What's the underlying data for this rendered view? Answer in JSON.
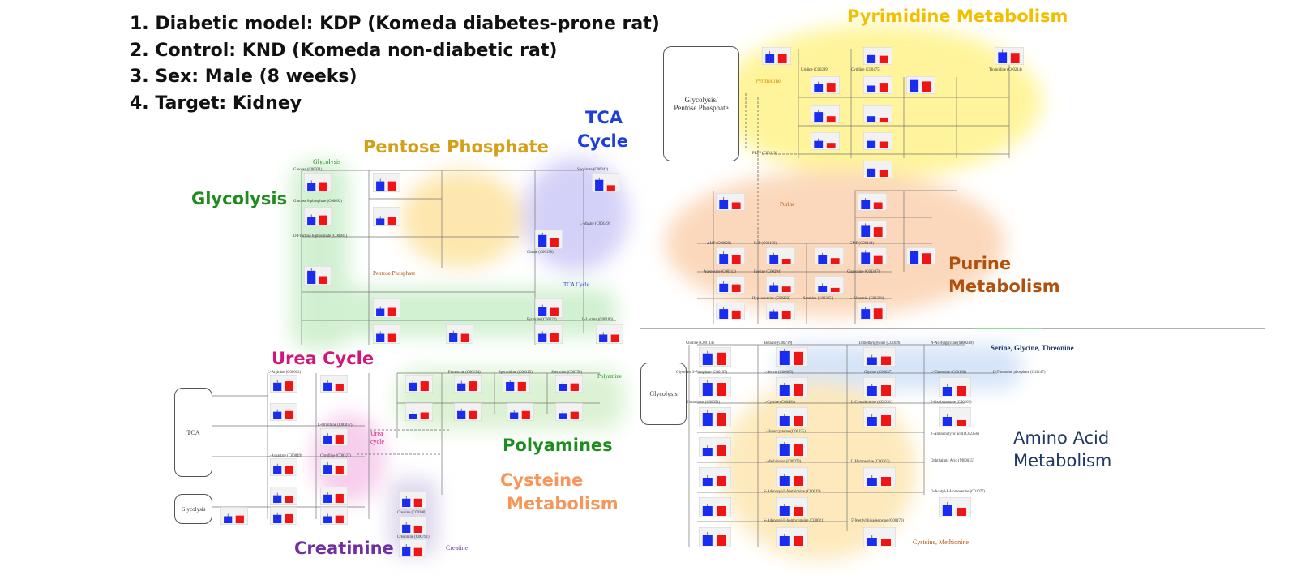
{
  "study_info": [
    "1. Diabetic model: KDP (Komeda diabetes-prone rat)",
    "2. Control:  KND (Komeda non-diabetic rat)",
    "3. Sex:  Male (8 weeks)",
    "4. Target: Kidney"
  ],
  "pathway_titles": {
    "pyrimidine": "Pyrimidine Metabolism",
    "pentose": "Pentose Phosphate",
    "tca_line1": "TCA",
    "tca_line2": "Cycle",
    "glycolysis": "Glycolysis",
    "purine_line1": "Purine",
    "purine_line2": "Metabolism",
    "urea": "Urea Cycle",
    "polyamines": "Polyamines",
    "cysteine_line1": "Cysteine",
    "cysteine_line2": "Metabolism",
    "creatinine": "Creatinine",
    "amino_line1": "Amino Acid",
    "amino_line2": "Metabolism"
  },
  "inner_labels": {
    "glycolysis": "Glycolysis",
    "pentose": "Pentose Phosphate",
    "tca": "TCA Cycle",
    "pyrimidine": "Pyrimidine",
    "purine": "Purine",
    "polyamine": "Polyamine",
    "urea_line1": "Urea",
    "urea_line2": "cycle",
    "creatine": "Creatine",
    "serine": "Serine, Glycine, Threonine",
    "cysteine_methionine": "Cysteine, Methionine"
  },
  "boxes": {
    "gly_pentose": "Glycolysis/\nPentose Phosphate",
    "tca": "TCA",
    "glycolysis_left": "Glycolysis",
    "glycolysis_right": "Glycolysis"
  },
  "metabolites": {
    "choline": "Choline (C00114)",
    "betaine": "Betaine (C00719)",
    "dimethylglycine": "Dimethylglycine (C01026)",
    "acetylglycine": "N-Acetylglycine (M00249)",
    "glycerate3p": "Glycerate 3-Phosphate (C00197)",
    "serine": "L-Serine (C00065)",
    "glycine": "Glycine (C00037)",
    "threonine": "L-Threonine (C00188)",
    "threonine_p": "L-Threonine phosphate (C12147)",
    "glutathione": "Glutathione (C00051)",
    "cystine": "L-Cystine (C00491)",
    "cystathionine": "L-Cystathionine (C02291)",
    "oxobutanoate": "2-Oxobutanoate (C00109)",
    "aminobutyric": "2-Aminobutyric acid (C02356)",
    "ophthalmic": "Ophthalmic Acid (M00035)",
    "homocysteine": "L-Homocysteine (C00155)",
    "methionine": "L-Methionine (C00073)",
    "sam": "S-Adenosyl-L-Methionine (C00019)",
    "sah": "S-Adenosyl-L-homocysteine (C00021)",
    "mta": "5'-Methylthioadenosine (C00170)",
    "homoserine": "L-Homoserine (C00263)",
    "acetylhomoserine": "O-Acetyl-L-Homoserine (C01077)",
    "uridine": "Uridine (C00299)",
    "cytidine": "Cytidine (C00475)",
    "thymidine": "Thymidine (C00214)",
    "prpp": "PRPP (C00119)",
    "imp": "IMP (C00130)",
    "amp": "AMP (C00020)",
    "gmp": "GMP (C00144)",
    "adenosine": "Adenosine (C00212)",
    "guanosine": "Guanosine (C00387)",
    "inosine": "Inosine (C00294)",
    "hypoxanthine": "Hypoxanthine (C00262)",
    "xanthine": "Xanthine (C00385)",
    "allantoin": "L-Allantoin (C02350)",
    "glucose": "Glucose (C00031)",
    "g6p": "Glucose 6-phosphate (C00092)",
    "f6p": "D-Fructose 6-phosphate (C00085)",
    "pyruvate": "Pyruvate (C00022)",
    "lactate": "L-Lactate (C00186)",
    "citrate": "Citrate (C00158)",
    "succinate": "Succinate (C00042)",
    "malate": "L-Malate (C00149)",
    "ornithine": "L-Ornithine (C00077)",
    "citrulline": "Citrulline (C00327)",
    "arginine": "L-Arginine (C00062)",
    "aspartate": "L-Aspartate (C00049)",
    "putrescine": "Putrescine (C00134)",
    "spermidine": "Spermidine (C00315)",
    "spermine": "Spermine (C00750)",
    "creatine": "Creatine (C00300)",
    "creatinine": "Creatinine (C00791)"
  },
  "colors": {
    "kdp_bar": "#1a2cf0",
    "knd_bar": "#f01414",
    "glycolysis": "#1e8c1e",
    "pentose": "#d4a017",
    "tca": "#1f3fd6",
    "pyrimidine": "#f0c000",
    "purine": "#b0520e",
    "urea": "#d0167a",
    "polyamines": "#1e8c1e",
    "cysteine": "#f7965a",
    "creatinine": "#7030a0",
    "amino": "#1f3864"
  }
}
